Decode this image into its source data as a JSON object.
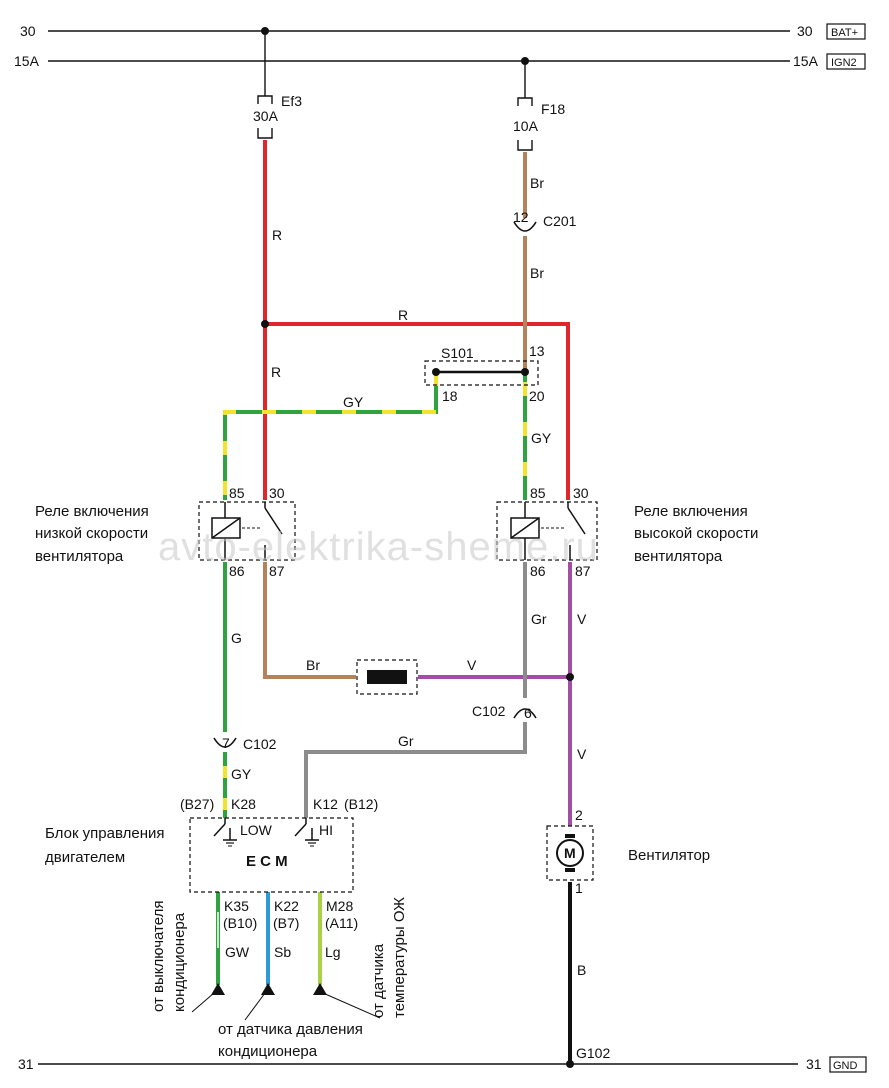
{
  "rails": {
    "top_left": "30",
    "top_right": "30",
    "top_tag": "BAT+",
    "ign_left": "15A",
    "ign_right": "15A",
    "ign_tag": "IGN2",
    "bottom_left": "31",
    "bottom_right": "31",
    "bottom_tag": "GND"
  },
  "fuses": {
    "ef3_name": "Ef3",
    "ef3_rating": "30A",
    "f18_name": "F18",
    "f18_rating": "10A"
  },
  "connectors": {
    "c201_pin": "12",
    "c201_name": "C201",
    "c102_pin_right": "6",
    "c102_name_right": "C102",
    "c102_pin_left": "7",
    "c102_name_left": "C102",
    "s101_name": "S101",
    "s101_pin_left": "18",
    "s101_pin_top": "13",
    "s101_pin_bottom": "20",
    "ground": "G102"
  },
  "wire_colors": {
    "red": "R",
    "brown": "Br",
    "green_yellow": "GY",
    "green": "G",
    "gray": "Gr",
    "violet": "V",
    "black": "B",
    "green_white": "GW",
    "sky_blue": "Sb",
    "light_green": "Lg"
  },
  "relay_low": {
    "title_1": "Реле включения",
    "title_2": "низкой скорости",
    "title_3": "вентилятора",
    "pin_85": "85",
    "pin_30": "30",
    "pin_86": "86",
    "pin_87": "87"
  },
  "relay_high": {
    "title_1": "Реле включения",
    "title_2": "высокой скорости",
    "title_3": "вентилятора",
    "pin_85": "85",
    "pin_30": "30",
    "pin_86": "86",
    "pin_87": "87"
  },
  "ecm": {
    "title_1": "Блок управления",
    "title_2": "двигателем",
    "label": "E C M",
    "low": "LOW",
    "hi": "HI",
    "k28": "K28",
    "b27": "(B27)",
    "k12": "K12",
    "b12": "(B12)",
    "k35": "K35",
    "b10": "(B10)",
    "k22": "K22",
    "b7": "(B7)",
    "m28": "M28",
    "a11": "(A11)"
  },
  "motor": {
    "label": "Вентилятор",
    "symbol": "M",
    "pin_top": "2",
    "pin_bottom": "1"
  },
  "sources": {
    "ac_switch_1": "от выключателя",
    "ac_switch_2": "кондиционера",
    "pressure_1": "от датчика давления",
    "pressure_2": "кондиционера",
    "coolant_1": "от датчика",
    "coolant_2": "температуры ОЖ"
  },
  "watermark": "avto-elektrika-sheme.ru",
  "colors": {
    "red": "#e0262b",
    "brown": "#b5835a",
    "green": "#2fa33d",
    "yellow": "#f2e42c",
    "gray": "#8c8c8c",
    "violet": "#a24ea7",
    "black": "#111111",
    "sky_blue": "#2f9ad8",
    "light_green": "#a8d244"
  }
}
